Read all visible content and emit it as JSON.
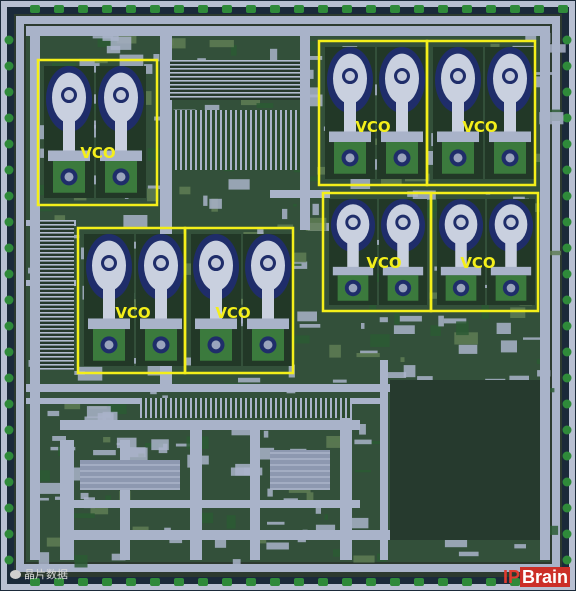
{
  "image": {
    "palette": {
      "background": "#1b2a3a",
      "metal": "#a9b3c9",
      "metal_light": "#c9d0df",
      "green": "#3b7a3d",
      "navy": "#1f2d6a",
      "highlight": "#f4ef1a",
      "pad": "#2f8a3a"
    }
  },
  "vco_blocks": [
    {
      "label": "VCO"
    },
    {
      "label": "VCO"
    },
    {
      "label": "VCO"
    },
    {
      "label": "VCO"
    },
    {
      "label": "VCO"
    },
    {
      "label": "VCO"
    },
    {
      "label": "VCO"
    }
  ],
  "watermarks": {
    "left": "晶片数据",
    "right_ip": "IP",
    "right_brain": "Brain"
  }
}
